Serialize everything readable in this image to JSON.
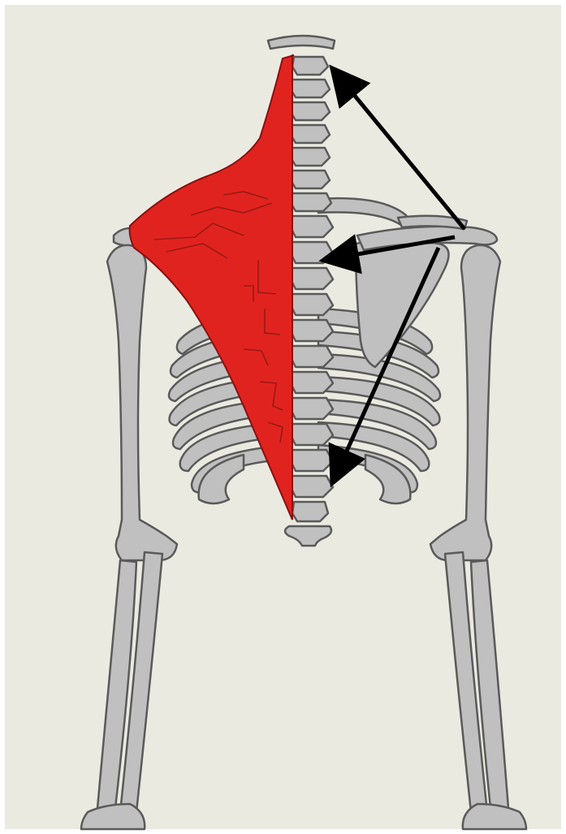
{
  "figure": {
    "background_color": "#ebeae1",
    "border_color": "#ffffff",
    "bone_fill": "#c0c0c0",
    "bone_stroke": "#5a5a5a",
    "muscle_fill": "#e1231f",
    "muscle_stroke": "#8b1010",
    "muscle_texture": "#9a1a14",
    "arrow_color": "#000000",
    "arrow_targets": [
      "skull-base-c1",
      "scapula-spine-mid-thoracic",
      "lower-thoracic-t12"
    ],
    "icons": [
      "skeleton-icon",
      "trapezius-muscle-icon",
      "arrow-icon"
    ]
  }
}
